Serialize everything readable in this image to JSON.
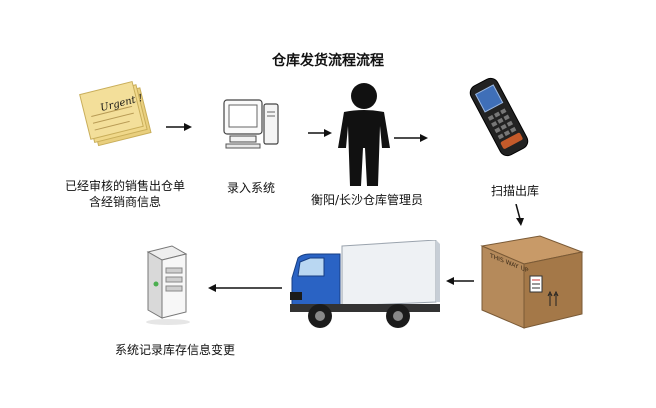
{
  "title": "仓库发货流程流程",
  "nodes": {
    "order": {
      "line1": "已经审核的销售出仓单",
      "line2": "含经销商信息",
      "sticker_text": "Urgent !"
    },
    "entry": {
      "label": "录入系统"
    },
    "manager": {
      "label": "衡阳/长沙仓库管理员"
    },
    "scan": {
      "label": "扫描出库"
    },
    "box": {
      "stamp_text": "THIS WAY UP"
    },
    "update": {
      "label": "系统记录库存信息变更"
    }
  },
  "colors": {
    "sticky": "#f3df9a",
    "truck_cab": "#2a63c4",
    "cargo": "#eef1f4",
    "box": "#b58a5b",
    "person": "#111111",
    "arrow": "#111111"
  }
}
